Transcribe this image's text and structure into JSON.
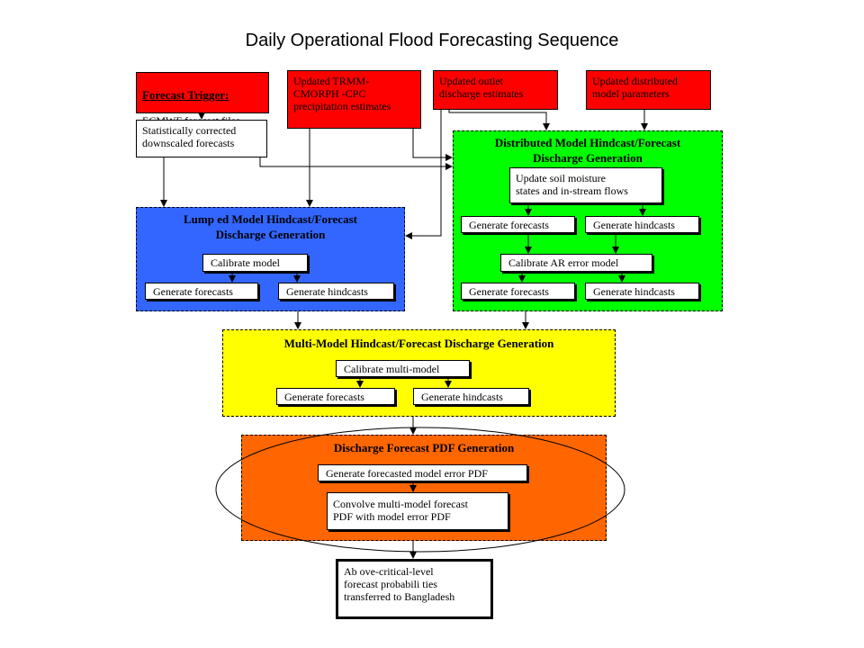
{
  "title": "Daily Operational Flood Forecasting Sequence",
  "colors": {
    "input_red": "#ff0000",
    "lumped_blue": "#3366ff",
    "distributed_green": "#00ff00",
    "multi_yellow": "#ffff00",
    "pdf_orange": "#ff6600"
  },
  "inputs": {
    "trigger_heading": "Forecast Trigger:",
    "trigger_text": "ECMWF forecast files",
    "trmm": "Updated TRMM-\nCMORPH -CPC\nprecipitation estimates",
    "outlet": "Updated outlet\ndischarge estimates",
    "params": "Updated distributed\nmodel parameters"
  },
  "corrected": "Statistically corrected\ndownscaled forecasts",
  "lumped": {
    "header": "Lump ed Model  Hindcast/Forecast\nDischarge Generation",
    "calibrate": "Calibrate model",
    "forecasts": "Generate forecasts",
    "hindcasts": "Generate hindcasts"
  },
  "distributed": {
    "header": "Distributed Model Hindcast/Forecast\nDischarge Generation",
    "update": "Update soil moisture\nstates and in-stream flows",
    "forecasts1": "Generate forecasts",
    "hindcasts1": "Generate hindcasts",
    "calibrate_ar": "Calibrate AR error model",
    "forecasts2": "Generate forecasts",
    "hindcasts2": "Generate hindcasts"
  },
  "multi": {
    "header": "Multi-Model  Hindcast/Forecast Discharge Generation",
    "calibrate": "Calibrate multi-model",
    "forecasts": "Generate forecasts",
    "hindcasts": "Generate hindcasts"
  },
  "pdf": {
    "header": "Discharge Forecast PDF Generation",
    "error_pdf": "Generate forecasted model error PDF",
    "convolve": "Convolve multi-model forecast\nPDF with model error PDF"
  },
  "output": "Ab ove-critical-level\nforecast probabili ties\ntransferred to Bangladesh"
}
